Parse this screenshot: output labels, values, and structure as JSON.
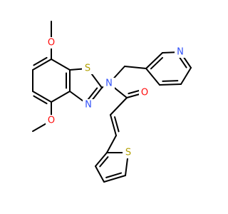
{
  "colors": {
    "bond": "#000000",
    "O": "#ff0d0d",
    "N": "#3050f8",
    "S": "#b2a000",
    "background": "#ffffff"
  },
  "atoms": {
    "o_methoxy_top": "O",
    "o_methoxy_bottom": "O",
    "s_benzothiazole": "S",
    "n_benzothiazole": "N",
    "n_amide": "N",
    "n_pyridine": "N",
    "o_carbonyl": "O",
    "s_thiophene": "S"
  }
}
